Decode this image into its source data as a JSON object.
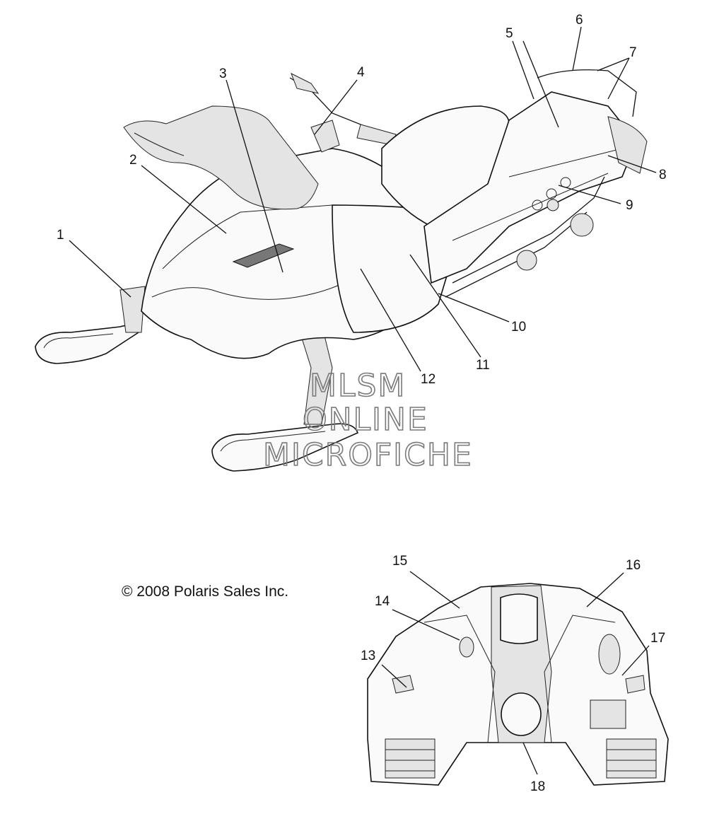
{
  "callouts": [
    {
      "label": "1"
    },
    {
      "label": "2"
    },
    {
      "label": "3"
    },
    {
      "label": "4"
    },
    {
      "label": "5"
    },
    {
      "label": "6"
    },
    {
      "label": "7"
    },
    {
      "label": "8"
    },
    {
      "label": "9"
    },
    {
      "label": "10"
    },
    {
      "label": "11"
    },
    {
      "label": "12"
    },
    {
      "label": "13"
    },
    {
      "label": "14"
    },
    {
      "label": "15"
    },
    {
      "label": "16"
    },
    {
      "label": "17"
    },
    {
      "label": "18"
    }
  ],
  "copyright": "© 2008 Polaris Sales Inc.",
  "watermark": {
    "line1": "MLSM",
    "line2": "ONLINE",
    "line3": "MICROFICHE"
  }
}
